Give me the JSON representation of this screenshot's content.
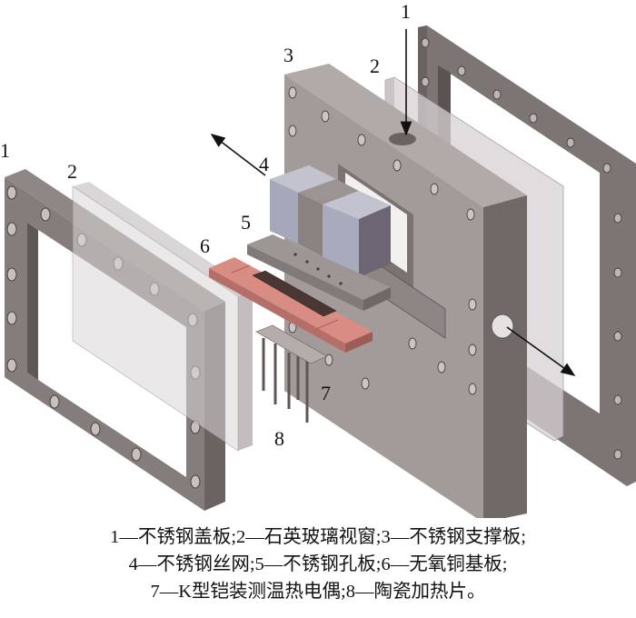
{
  "figure": {
    "callouts": [
      {
        "id": "1",
        "label": "1"
      },
      {
        "id": "2",
        "label": "2"
      },
      {
        "id": "3",
        "label": "3"
      },
      {
        "id": "2b",
        "label": "2"
      },
      {
        "id": "1b",
        "label": "1"
      },
      {
        "id": "4",
        "label": "4"
      },
      {
        "id": "5",
        "label": "5"
      },
      {
        "id": "6",
        "label": "6"
      },
      {
        "id": "7",
        "label": "7"
      },
      {
        "id": "8",
        "label": "8"
      }
    ],
    "colors": {
      "steel_face": "#8f8785",
      "steel_side": "#6e6766",
      "steel_top": "#a8a19f",
      "support_face": "#a59d9b",
      "support_side": "#7a7271",
      "glass": "#d9d4d6",
      "mesh_face": "#a4a6b8",
      "mesh_side": "#8e8a8a",
      "copper": "#d7877f",
      "copper_dark": "#b46a63",
      "orifice_plate": "#9a9290"
    }
  },
  "caption": {
    "lines": [
      "1—不锈钢盖板;2—石英玻璃视窗;3—不锈钢支撑板;",
      "4—不锈钢丝网;5—不锈钢孔板;6—无氧铜基板;",
      "7—K型铠装测温热电偶;8—陶瓷加热片。"
    ]
  }
}
